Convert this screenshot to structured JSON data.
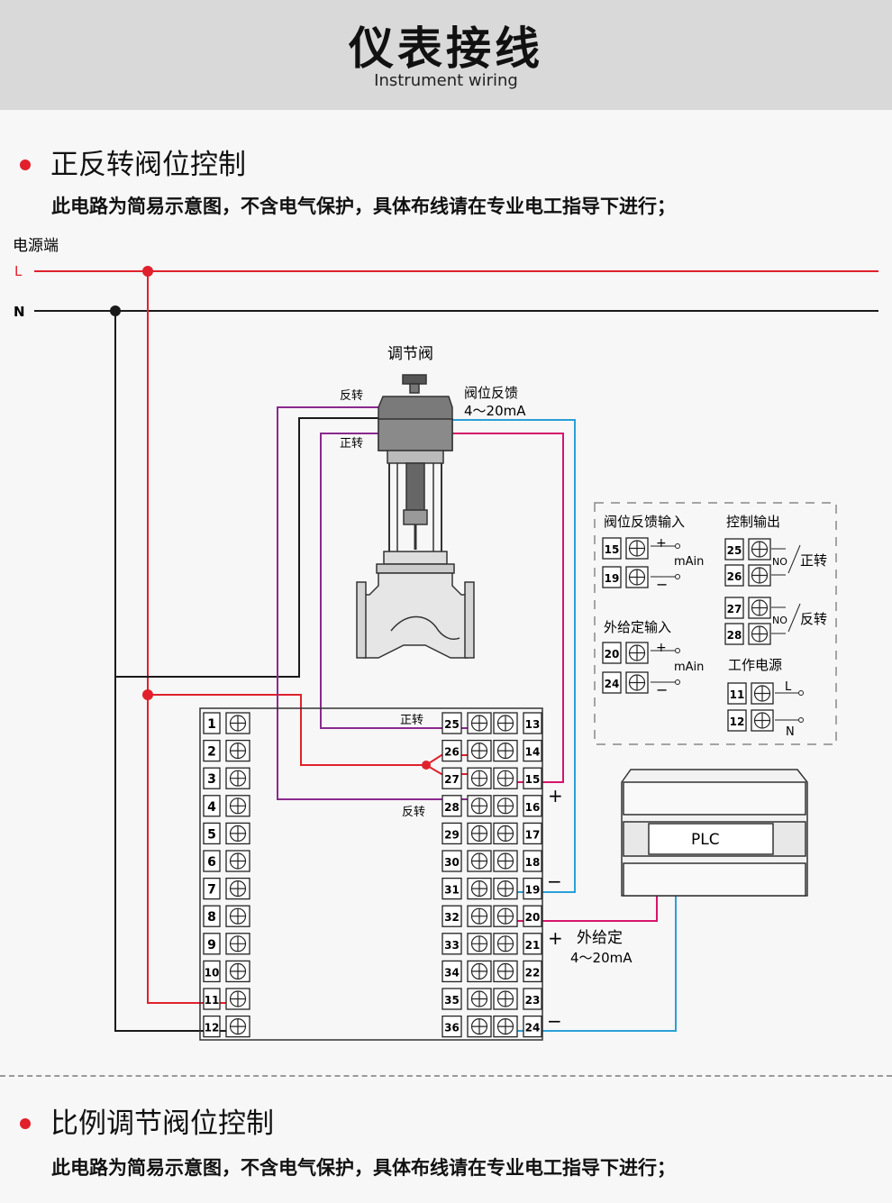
{
  "header": {
    "title": "仪表接线",
    "subtitle": "Instrument wiring"
  },
  "section1": {
    "title": "正反转阀位控制",
    "note": "此电路为简易示意图，不含电气保护，具体布线请在专业电工指导下进行；"
  },
  "section2": {
    "title": "比例调节阀位控制",
    "note": "此电路为简易示意图，不含电气保护，具体布线请在专业电工指导下进行；"
  },
  "power": {
    "label": "电源端",
    "line_l": "L",
    "line_n": "N"
  },
  "valve": {
    "title": "调节阀",
    "reverse": "反转",
    "forward": "正转",
    "feedback": "阀位反馈",
    "feedback_range": "4～20mA"
  },
  "terminal_labels": {
    "forward": "正转",
    "reverse": "反转",
    "plus_15": "+",
    "minus_19": "−",
    "plus_20": "+",
    "minus_24": "−",
    "ext_setpoint": "外给定",
    "ext_range": "4～20mA"
  },
  "left_terminals": [
    "1",
    "2",
    "3",
    "4",
    "5",
    "6",
    "7",
    "8",
    "9",
    "10",
    "11",
    "12"
  ],
  "right_terminals_a": [
    "25",
    "26",
    "27",
    "28",
    "29",
    "30",
    "31",
    "32",
    "33",
    "34",
    "35",
    "36"
  ],
  "right_terminals_b": [
    "13",
    "14",
    "15",
    "16",
    "17",
    "18",
    "19",
    "20",
    "21",
    "22",
    "23",
    "24"
  ],
  "legend": {
    "feedback_input": "阀位反馈输入",
    "ext_input": "外给定输入",
    "control_output": "控制输出",
    "work_power": "工作电源",
    "mAin": "mAin",
    "no": "NO",
    "forward": "正转",
    "reverse": "反转",
    "plus": "+",
    "minus": "−",
    "L": "L",
    "N": "N",
    "t15": "15",
    "t19": "19",
    "t20": "20",
    "t24": "24",
    "t25": "25",
    "t26": "26",
    "t27": "27",
    "t28": "28",
    "t11": "11",
    "t12": "12"
  },
  "plc": {
    "label": "PLC"
  },
  "colors": {
    "red": "#e0212c",
    "magenta": "#d6156b",
    "purple": "#8a2a8e",
    "blue": "#2aa0d8",
    "black": "#1a1a1a"
  }
}
